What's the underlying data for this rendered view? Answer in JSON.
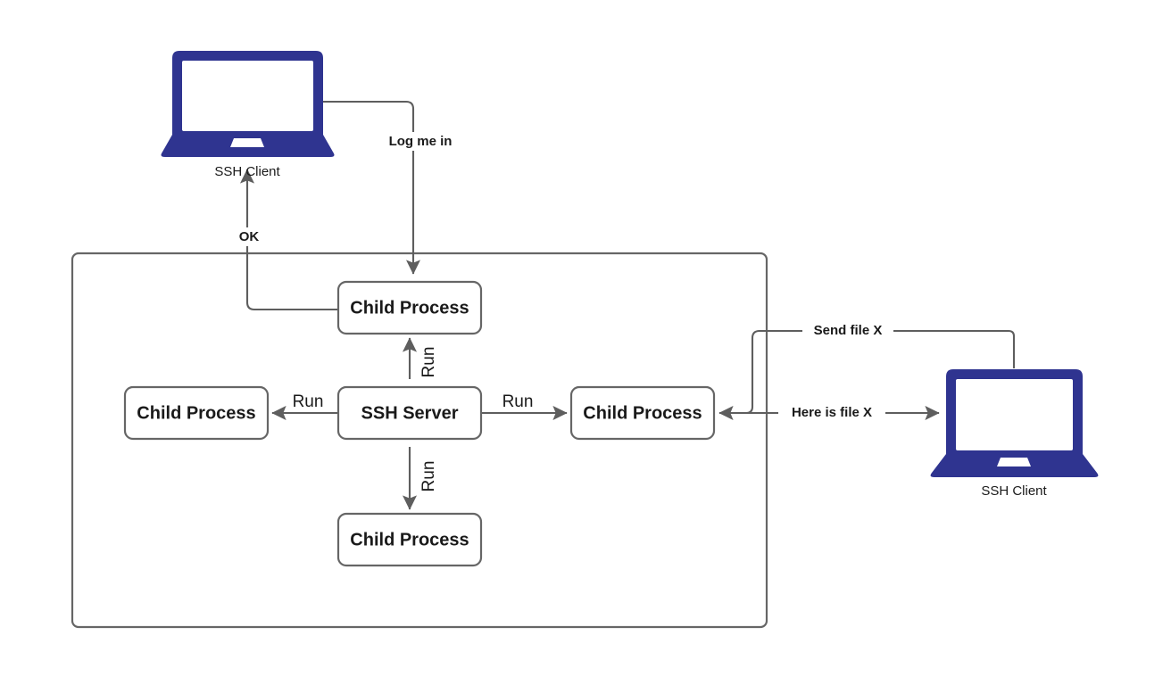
{
  "diagram": {
    "title": "SSH Server and Child Processes",
    "colors": {
      "laptop": "#2f3490",
      "box_stroke": "#666666",
      "edge_stroke": "#5e5e5e",
      "text": "#1a1a1a",
      "background": "#ffffff"
    },
    "devices": [
      {
        "id": "client-left",
        "label": "SSH Client",
        "icon": "laptop-icon"
      },
      {
        "id": "client-right",
        "label": "SSH Client",
        "icon": "laptop-icon"
      }
    ],
    "nodes": [
      {
        "id": "child-top",
        "label": "Child Process"
      },
      {
        "id": "child-left",
        "label": "Child Process"
      },
      {
        "id": "server",
        "label": "SSH Server"
      },
      {
        "id": "child-right",
        "label": "Child Process"
      },
      {
        "id": "child-bottom",
        "label": "Child Process"
      }
    ],
    "edges": [
      {
        "id": "edge-log-me-in",
        "label": "Log me in",
        "from": "client-left",
        "to": "child-top",
        "style": "bold",
        "orientation": "horizontal"
      },
      {
        "id": "edge-ok",
        "label": "OK",
        "from": "child-top",
        "to": "client-left",
        "style": "bold",
        "orientation": "horizontal"
      },
      {
        "id": "edge-run-up",
        "label": "Run",
        "from": "server",
        "to": "child-top",
        "style": "plain",
        "orientation": "vertical-ccw"
      },
      {
        "id": "edge-run-left",
        "label": "Run",
        "from": "server",
        "to": "child-left",
        "style": "plain",
        "orientation": "horizontal"
      },
      {
        "id": "edge-run-right",
        "label": "Run",
        "from": "server",
        "to": "child-right",
        "style": "plain",
        "orientation": "horizontal"
      },
      {
        "id": "edge-run-down",
        "label": "Run",
        "from": "server",
        "to": "child-bottom",
        "style": "plain",
        "orientation": "vertical-ccw"
      },
      {
        "id": "edge-send-file",
        "label": "Send file X",
        "from": "client-right",
        "to": "child-right",
        "style": "bold",
        "orientation": "horizontal"
      },
      {
        "id": "edge-here-is-file",
        "label": "Here is file X",
        "from": "child-right",
        "to": "client-right",
        "style": "bold",
        "orientation": "horizontal"
      }
    ]
  }
}
